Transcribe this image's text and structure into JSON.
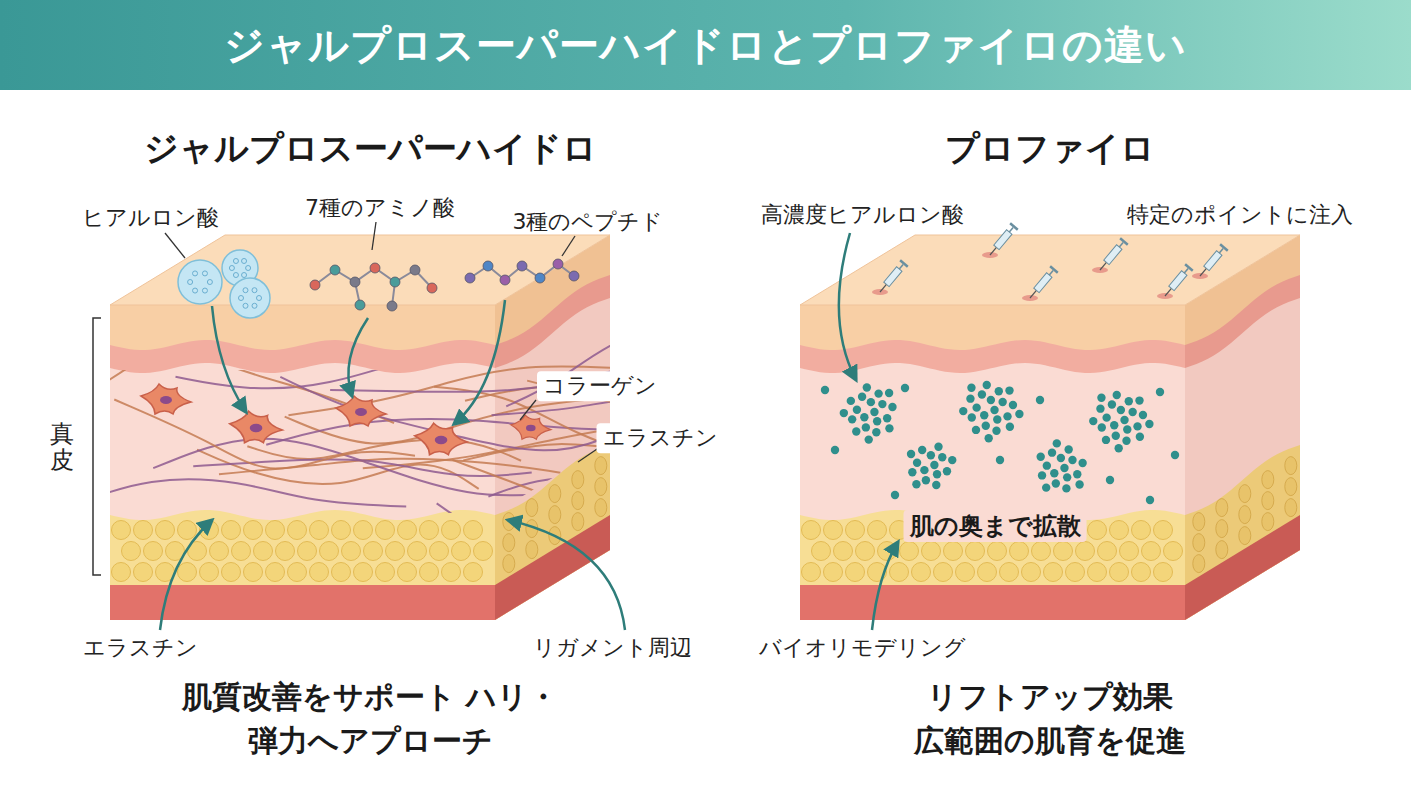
{
  "diagram": {
    "title": "ジャルプロスーパーハイドロとプロファイロの違い",
    "labels": [
      "ジャルプロスーパーハイドロ",
      "プロファイロ",
      "ヒアルロン酸",
      "7種のアミノ酸",
      "3種のペプチド",
      "コラーゲン",
      "エラスチン",
      "真皮",
      "エラスチン",
      "リガメント周辺",
      "肌質改善をサポート ハリ・弾力へアプローチ",
      "高濃度ヒアルロン酸",
      "特定のポイントに注入",
      "肌の奥まで拡散",
      "バイオリモデリング",
      "リフトアップ効果 広範囲の肌育を促進"
    ]
  }
}
